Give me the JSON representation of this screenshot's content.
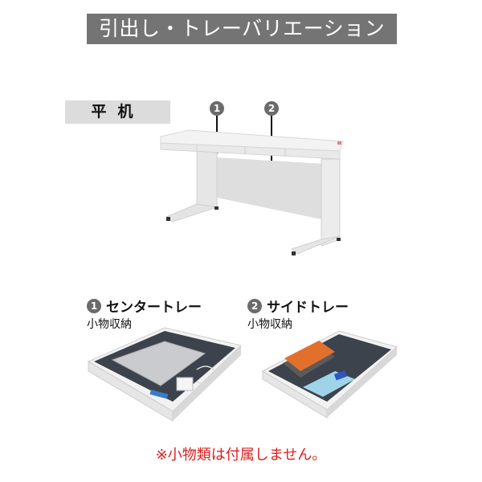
{
  "header": {
    "title": "引出し・トレーバリエーション"
  },
  "desk_section": {
    "label": "平机",
    "callouts": [
      {
        "number": "1",
        "target": "center-tray"
      },
      {
        "number": "2",
        "target": "side-tray"
      }
    ]
  },
  "trays": [
    {
      "number": "1",
      "name": "センタートレー",
      "description": "小物収納"
    },
    {
      "number": "2",
      "name": "サイドトレー",
      "description": "小物収納"
    }
  ],
  "footer": {
    "note": "※小物類は付属しません。"
  },
  "colors": {
    "title_bg": "#747474",
    "label_bg": "#dcdcdc",
    "callout": "#6b6b6b",
    "note": "#e01e1e"
  }
}
